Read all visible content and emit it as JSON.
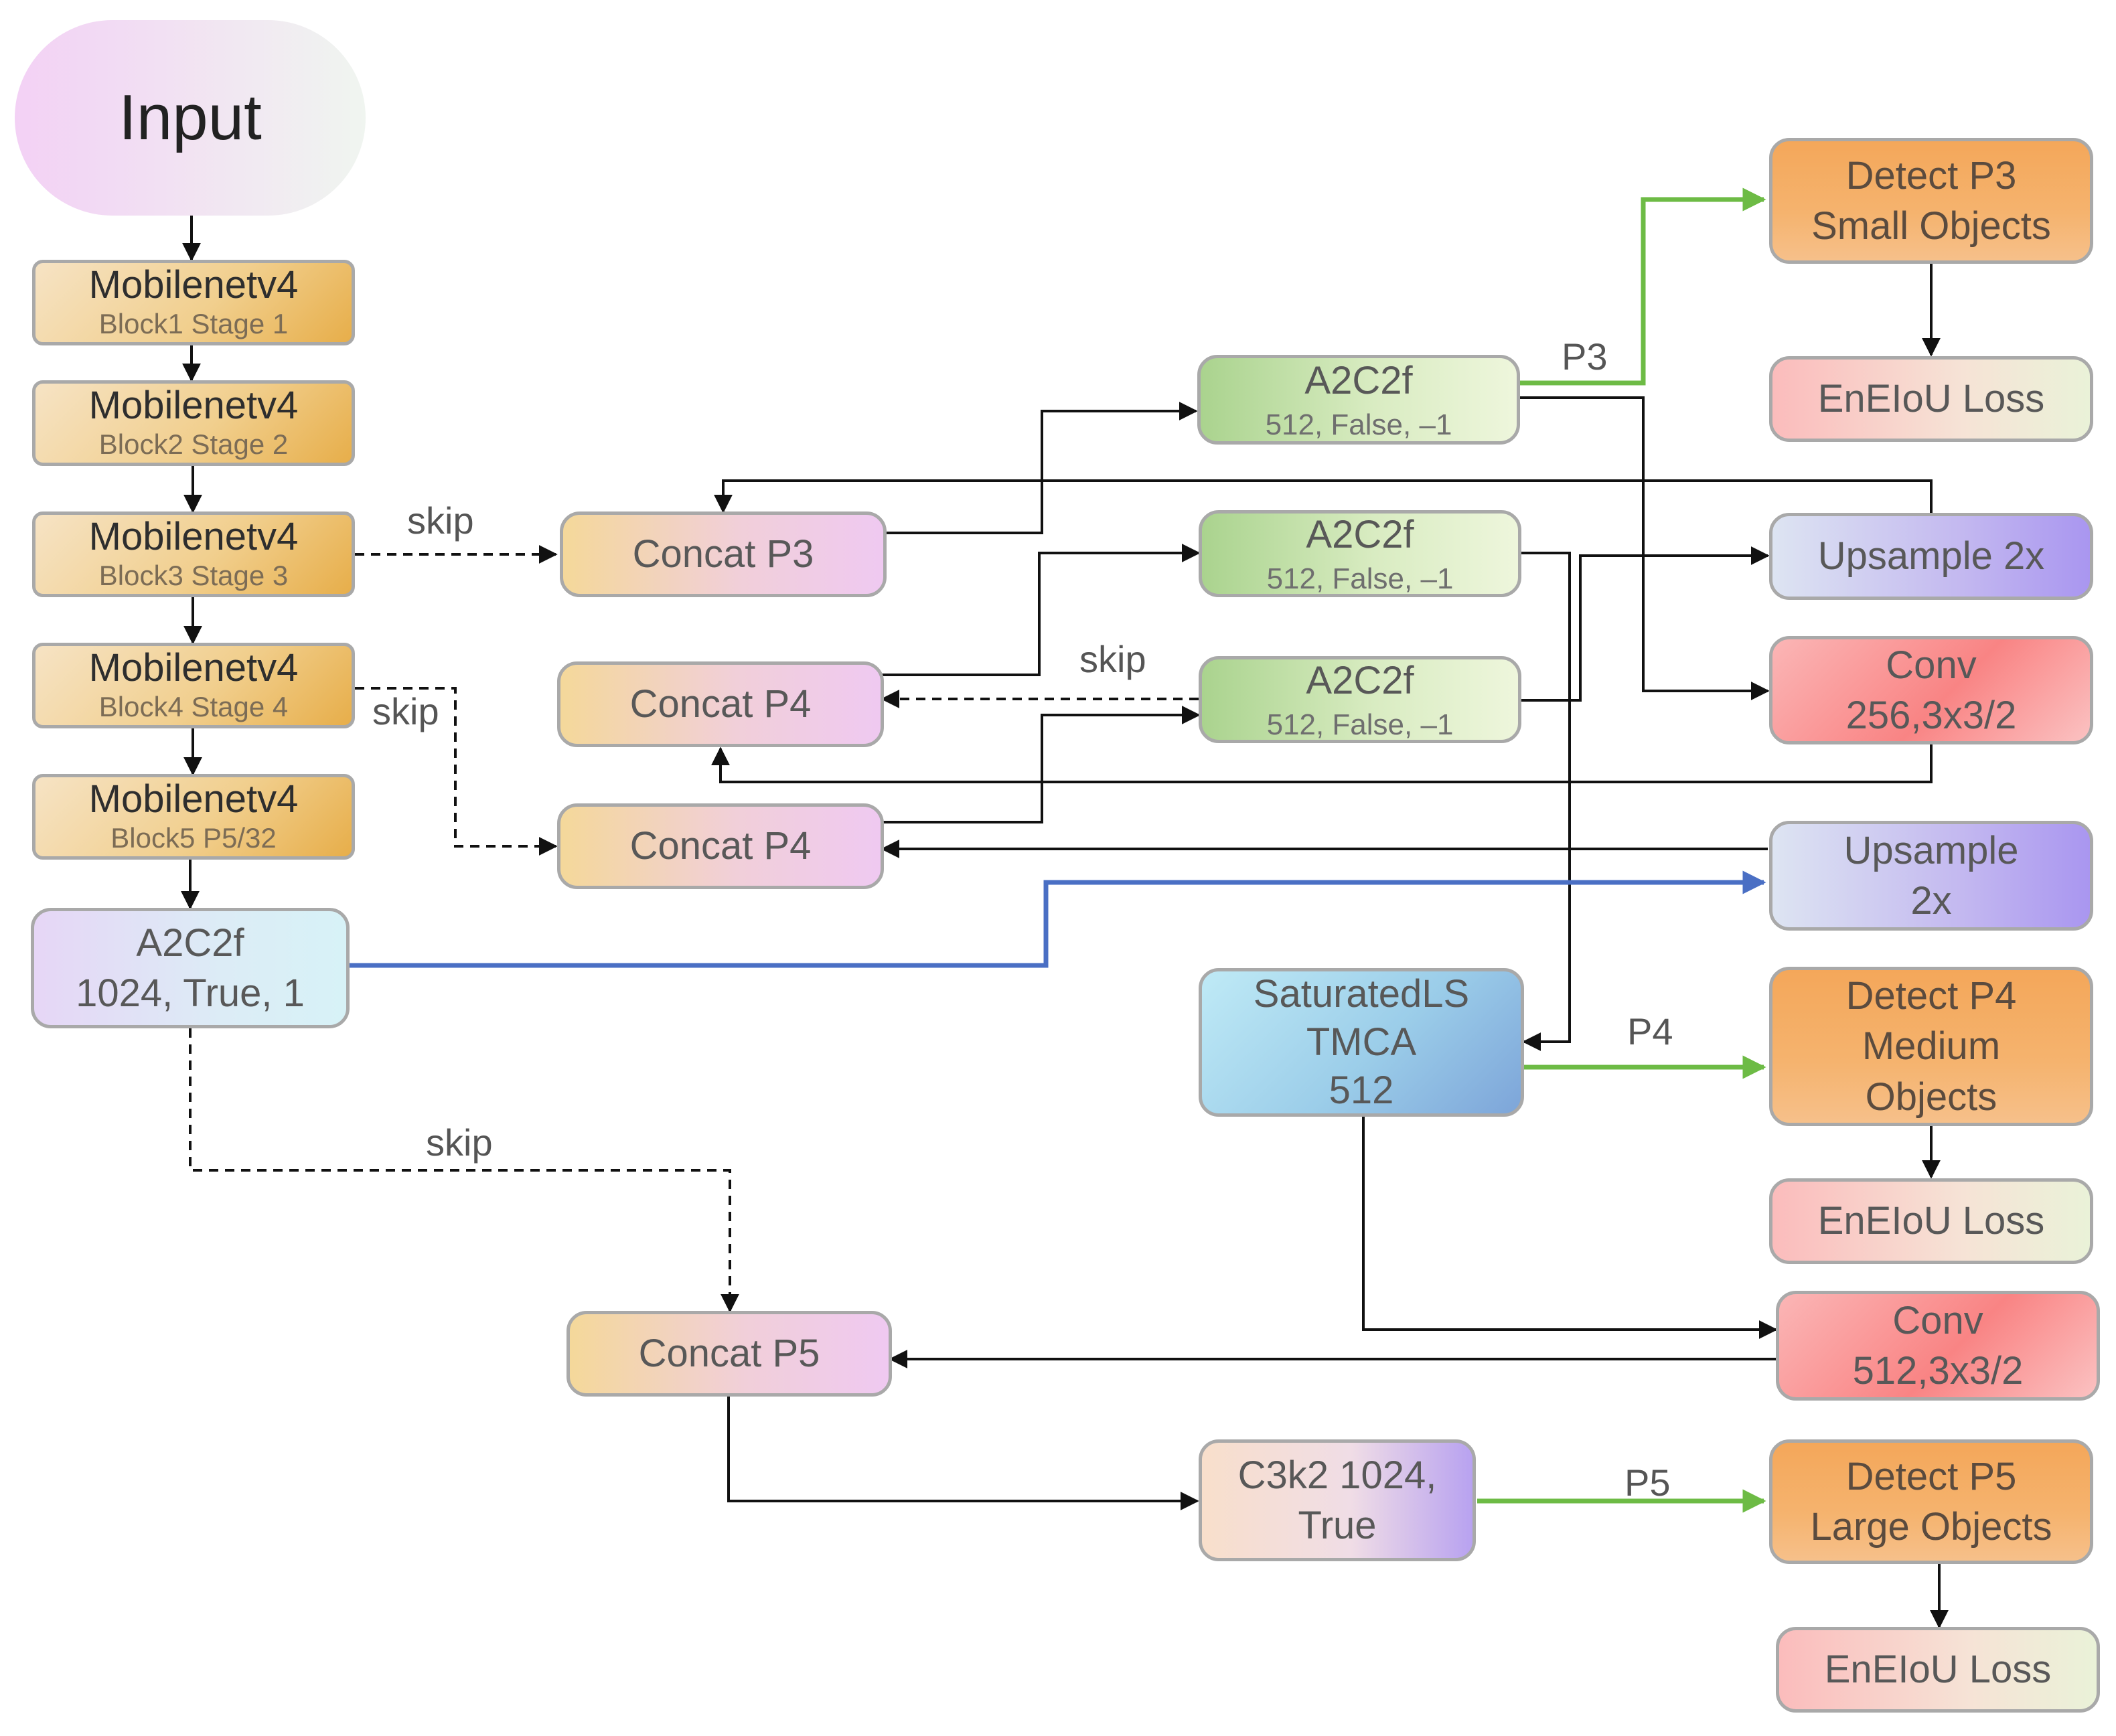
{
  "nodes": {
    "input": "Input",
    "mb1": {
      "name": "Mobilenetv4",
      "sub": "Block1 Stage 1"
    },
    "mb2": {
      "name": "Mobilenetv4",
      "sub": "Block2 Stage 2"
    },
    "mb3": {
      "name": "Mobilenetv4",
      "sub": "Block3 Stage 3"
    },
    "mb4": {
      "name": "Mobilenetv4",
      "sub": "Block4 Stage 4"
    },
    "mb5": {
      "name": "Mobilenetv4",
      "sub": "Block5 P5/32"
    },
    "a2c2f_big": {
      "l1": "A2C2f",
      "l2": "1024, True, 1"
    },
    "concat_p3": "Concat P3",
    "concat_p4_upper": "Concat P4",
    "concat_p4_lower": "Concat P4",
    "concat_p5": "Concat P5",
    "a2c2f_top": {
      "l1": "A2C2f",
      "l2": "512, False, –1"
    },
    "a2c2f_mid": {
      "l1": "A2C2f",
      "l2": "512, False, –1"
    },
    "a2c2f_low": {
      "l1": "A2C2f",
      "l2": "512, False, –1"
    },
    "saturated": {
      "l1": "SaturatedLS",
      "l2": "TMCA",
      "l3": "512"
    },
    "c3k2": {
      "l1": "C3k2 1024,",
      "l2": "True"
    },
    "detect_p3": {
      "l1": "Detect P3",
      "l2": "Small Objects"
    },
    "loss_p3": "EnEIoU Loss",
    "upsample_1": "Upsample 2x",
    "conv_1": {
      "l1": "Conv",
      "l2": "256,3x3/2"
    },
    "upsample_2": {
      "l1": "Upsample",
      "l2": "2x"
    },
    "detect_p4": {
      "l1": "Detect P4",
      "l2": "Medium",
      "l3": "Objects"
    },
    "loss_p4": "EnEIoU Loss",
    "conv_2": {
      "l1": "Conv",
      "l2": "512,3x3/2"
    },
    "detect_p5": {
      "l1": "Detect P5",
      "l2": "Large Objects"
    },
    "loss_p5": "EnEIoU Loss"
  },
  "edge_labels": {
    "skip_stage3": "skip",
    "skip_stage4": "skip",
    "skip_a2c2f": "skip",
    "skip_big": "skip",
    "p3": "P3",
    "p4": "P4",
    "p5": "P5"
  },
  "colors": {
    "wire": "#111111",
    "green_wire": "#6dbb45",
    "blue_wire": "#4a6fc4",
    "box_border": "#a9a9a9"
  }
}
